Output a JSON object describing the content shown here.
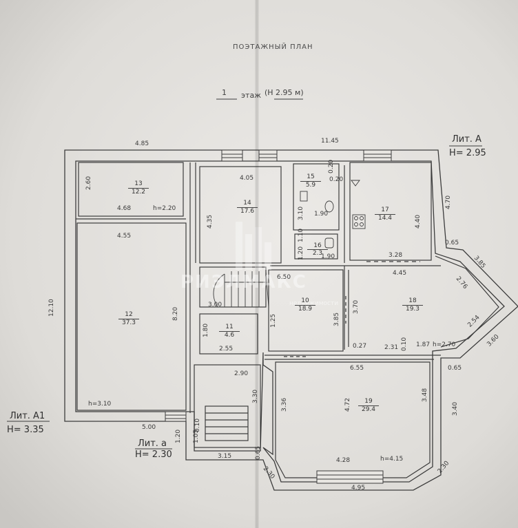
{
  "title": "ПОЭТАЖНЫЙ ПЛАН",
  "floor": {
    "number": "1",
    "word": "этаж",
    "height": "(Н 2.95 м)"
  },
  "lit_a": {
    "name": "Лит. А",
    "height": "Н= 2.95"
  },
  "lit_a1": {
    "name": "Лит. А1",
    "height": "Н= 3.35"
  },
  "lit_small_a": {
    "name": "Лит. а",
    "height": "Н= 2.30"
  },
  "watermark": {
    "main": "РИЭЛМАКС",
    "sub": "недвижимости"
  },
  "rooms": [
    {
      "no": "13",
      "area": "12.2"
    },
    {
      "no": "12",
      "area": "37.3"
    },
    {
      "no": "14",
      "area": "17.6"
    },
    {
      "no": "15",
      "area": "5.9"
    },
    {
      "no": "16",
      "area": "2.3"
    },
    {
      "no": "17",
      "area": "14.4"
    },
    {
      "no": "10",
      "area": "18.9"
    },
    {
      "no": "11",
      "area": "4.6"
    },
    {
      "no": "18",
      "area": "19.3"
    },
    {
      "no": "19",
      "area": "29.4"
    }
  ],
  "dims": {
    "top_left": "4.85",
    "top_right": "11.45",
    "left_total": "12.10",
    "r13_h": "2.60",
    "r13_w": "4.68",
    "r13_hh": "h=2.20",
    "r12_w": "4.55",
    "r12_h": "8.20",
    "r12_hh": "h=3.10",
    "bottom_left": "5.00",
    "r14_w": "4.05",
    "r14_h": "4.35",
    "r15_h": "3.10",
    "r15_w": "1.90",
    "r15_a": "0.20",
    "r15_b": "0.20",
    "r16_a": "1.10",
    "r16_b": "1.20",
    "r16_w": "1.90",
    "r17_h": "4.40",
    "r17_w": "3.28",
    "right_h": "4.70",
    "d065a": "0.65",
    "d065b": "0.65",
    "d385": "3.85",
    "d276": "2.76",
    "d254": "2.54",
    "d360": "3.60",
    "r10_w": "6.50",
    "r10_a": "3.00",
    "r10_h": "3.85",
    "r10_b": "3.70",
    "r10_c": "1.25",
    "r18_w": "4.45",
    "r18_a": "0.27",
    "r18_b": "2.31",
    "r18_c": "0.10",
    "r18_d": "1.87",
    "r18_e": "h=2.70",
    "r11_h": "1.80",
    "r11_w": "2.55",
    "r19_w": "6.55",
    "r19_a": "3.36",
    "r19_b": "4.72",
    "r19_c": "3.48",
    "r19_d": "4.28",
    "r19_hh": "h=4.15",
    "r19_e": "4.95",
    "r19_f": "2.30",
    "r19_g": "2.30",
    "r19_h": "3.40",
    "porch_a": "2.90",
    "porch_b": "3.30",
    "porch_c": "3.15",
    "porch_d": "0.10",
    "porch_e": "1.20",
    "porch_f": "1.05",
    "porch_g": "0.65"
  }
}
